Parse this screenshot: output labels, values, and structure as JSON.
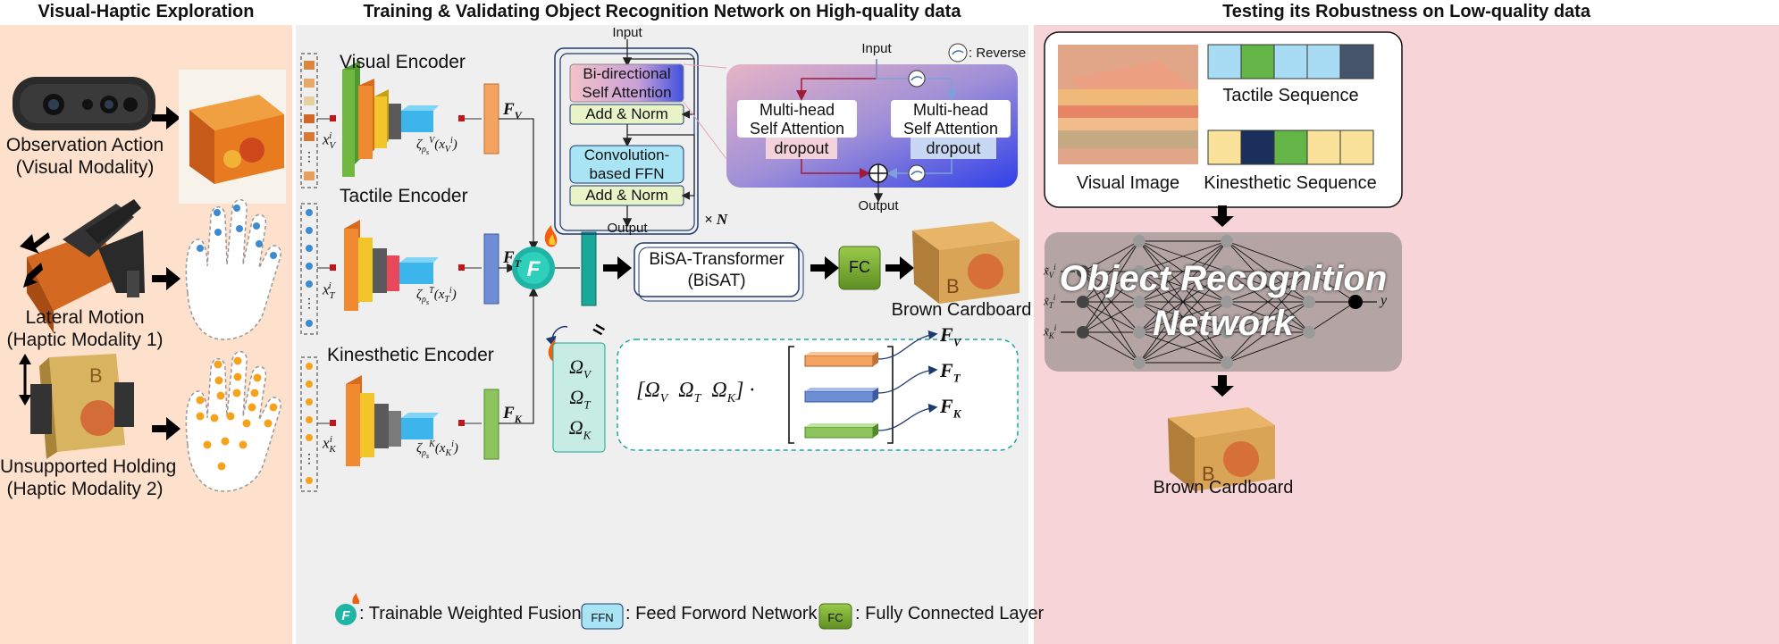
{
  "panels": {
    "left_title": "Visual-Haptic Exploration",
    "middle_title": "Training & Validating Object Recognition Network on High-quality data",
    "right_title": "Testing its Robustness on Low-quality data"
  },
  "left": {
    "obs_line1": "Observation Action",
    "obs_line2": "(Visual Modality)",
    "lat_line1": "Lateral Motion",
    "lat_line2": "(Haptic Modality 1)",
    "uns_line1": "Unsupported Holding",
    "uns_line2": "(Haptic Modality 2)"
  },
  "encoders": {
    "visual": "Visual Encoder",
    "tactile": "Tactile Encoder",
    "kinesthetic": "Kinesthetic Encoder"
  },
  "transformer": {
    "input_label": "Input",
    "output_label": "Output",
    "bisa_line1": "Bi-directional",
    "bisa_line2": "Self Attention",
    "add_norm": "Add & Norm",
    "ffn_line1": "Convolution-",
    "ffn_line2": "based FFN",
    "repeat": "× N",
    "bisat_line1": "BiSA-Transformer",
    "bisat_line2": "(BiSAT)",
    "reverse": ": Reverse",
    "mhsa_line1": "Multi-head",
    "mhsa_line2": "Self Attention",
    "dropout": "dropout"
  },
  "fusion": {
    "fc": "FC",
    "brown_cardboard": "Brown Cardboard",
    "equals": "="
  },
  "legend": {
    "fusion": ": Trainable Weighted Fusion",
    "ffn_badge": "FFN",
    "ffn": ": Feed Forword Network",
    "fc_badge": "FC",
    "fc": ": Fully Connected Layer"
  },
  "right": {
    "visual_image": "Visual Image",
    "tactile_sequence": "Tactile Sequence",
    "kinesthetic_sequence": "Kinesthetic Sequence",
    "network_line1": "Object Recognition",
    "network_line2": "Network",
    "output_y": "y",
    "brown_cardboard": "Brown Cardboard"
  },
  "colors": {
    "left_bg": "#fde1cc",
    "middle_bg": "#efefef",
    "right_bg": "#f7d4d8",
    "visual_branch": "#f4a460",
    "tactile_branch": "#6e8fd6",
    "kinesthetic_branch": "#8dc45e",
    "fusion_teal": "#1aa898",
    "fc_green": "#7fb034"
  },
  "tactile_sequence_colors": [
    "#a8dcf4",
    "#62b546",
    "#a8dcf4",
    "#a8dcf4",
    "#46546b"
  ],
  "kinesthetic_sequence_colors": [
    "#fbe29a",
    "#1b2f5c",
    "#62b546",
    "#fbe29a",
    "#fbe29a"
  ],
  "icons": [
    "camera-icon",
    "robot-hand-icon",
    "flame-icon",
    "fusion-icon",
    "add-circle-icon",
    "reverse-icon",
    "arrow-icon"
  ]
}
